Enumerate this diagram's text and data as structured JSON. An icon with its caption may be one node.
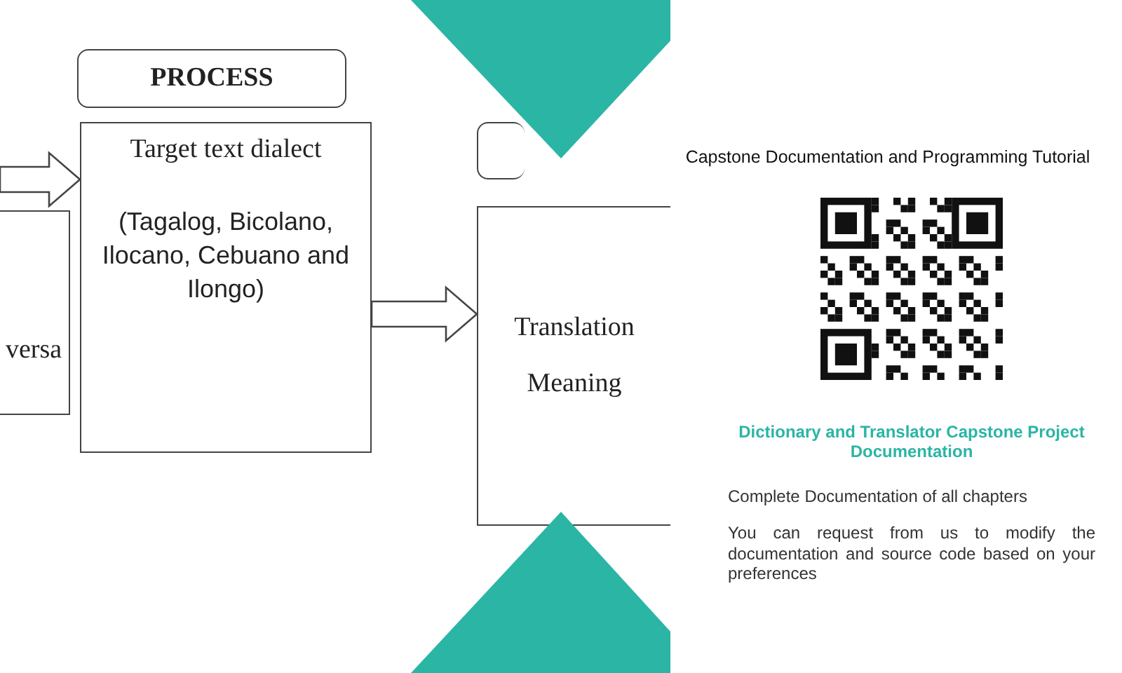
{
  "diagram": {
    "nodes": [
      {
        "text": [
          "versa"
        ]
      },
      {
        "text": [
          "PROCESS"
        ]
      },
      {
        "text": [
          "Target text dialect",
          "(Tagalog, Bicolano, Ilocano, Cebuano and Ilongo)"
        ]
      },
      {
        "text": [],
        "shape": "box"
      },
      {
        "text": [
          "Translation",
          "Meaning"
        ]
      }
    ],
    "edges": [
      {
        "from": null,
        "to": 2,
        "arrow": "to"
      },
      {
        "from": 2,
        "to": 4,
        "arrow": "to"
      }
    ],
    "labels": [
      "Capstone Documentation and Programming Tutorial",
      "Dictionary and Translator Capstone Project Documentation",
      "Complete Documentation of all chapters",
      "You can request from us to modify the documentation and source code based on your preferences"
    ]
  }
}
